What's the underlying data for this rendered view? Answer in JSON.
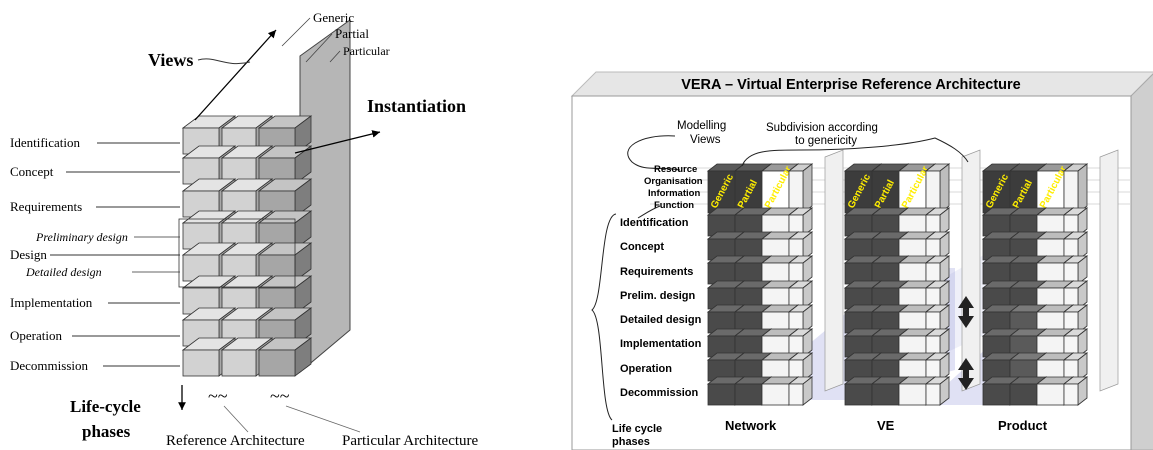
{
  "left": {
    "views_label": "Views",
    "genericity": [
      "Generic",
      "Partial",
      "Particular"
    ],
    "instantiation_label": "Instantiation",
    "phases": [
      "Identification",
      "Concept",
      "Requirements",
      "Design",
      "Implementation",
      "Operation",
      "Decommission"
    ],
    "design_subphases": [
      "Preliminary design",
      "Detailed design"
    ],
    "lifecycle_label": [
      "Life-cycle",
      "phases"
    ],
    "reference_architecture": "Reference Architecture",
    "particular_architecture": "Particular Architecture"
  },
  "right": {
    "title": "VERA – Virtual Enterprise Reference Architecture",
    "modelling_views_label": [
      "Modelling",
      "Views"
    ],
    "subdivision_label": [
      "Subdivision according",
      "to genericity"
    ],
    "views": [
      "Resource",
      "Organisation",
      "Information",
      "Function"
    ],
    "genericity": [
      "Generic",
      "Partial",
      "Particular"
    ],
    "phases": [
      "Identification",
      "Concept",
      "Requirements",
      "Prelim. design",
      "Detailed design",
      "Implementation",
      "Operation",
      "Decommission"
    ],
    "lifecycle_label": [
      "Life cycle",
      "phases"
    ],
    "entities": [
      "Network",
      "VE",
      "Product"
    ],
    "colors": {
      "dark": "#3c3c3c",
      "mid": "#8a8a8a",
      "light": "#f4f4f4",
      "yellow": "#ffee00",
      "overlay": "#8f92d6"
    }
  }
}
